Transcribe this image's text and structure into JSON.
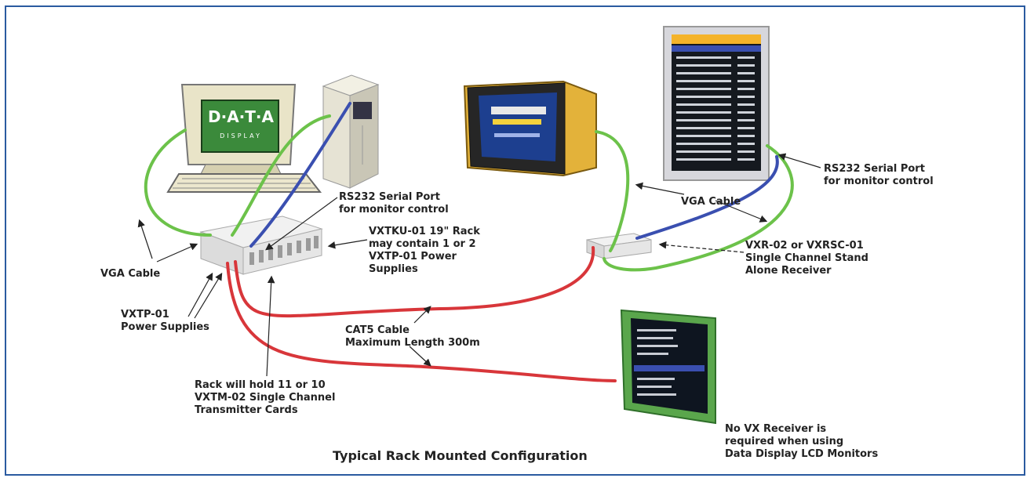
{
  "logo": {
    "main": "D·A·T·A",
    "sub": "DISPLAY"
  },
  "labels": {
    "rs232_left": "RS232 Serial Port\nfor monitor control",
    "rs232_right": "RS232 Serial Port\nfor monitor control",
    "vga_right": "VGA Cable",
    "vga_left": "VGA Cable",
    "rack": "VXTKU-01 19\" Rack\nmay contain 1 or 2\nVXTP-01 Power\nSupplies",
    "receiver": "VXR-02 or VXRSC-01\nSingle Channel Stand\nAlone Receiver",
    "power": "VXTP-01\nPower Supplies",
    "cat5": "CAT5 Cable\nMaximum Length 300m",
    "cards": "Rack will hold 11 or 10\nVXTM-02 Single Channel\nTransmitter Cards",
    "lcd_note": "No VX Receiver is\nrequired when using\nData Display LCD Monitors"
  },
  "title": "Typical Rack Mounted Configuration",
  "colors": {
    "frame": "#2a5aa0",
    "vga_cable": "#6cc24a",
    "serial_cable": "#3a4fb0",
    "cat5_cable": "#d8363a"
  }
}
